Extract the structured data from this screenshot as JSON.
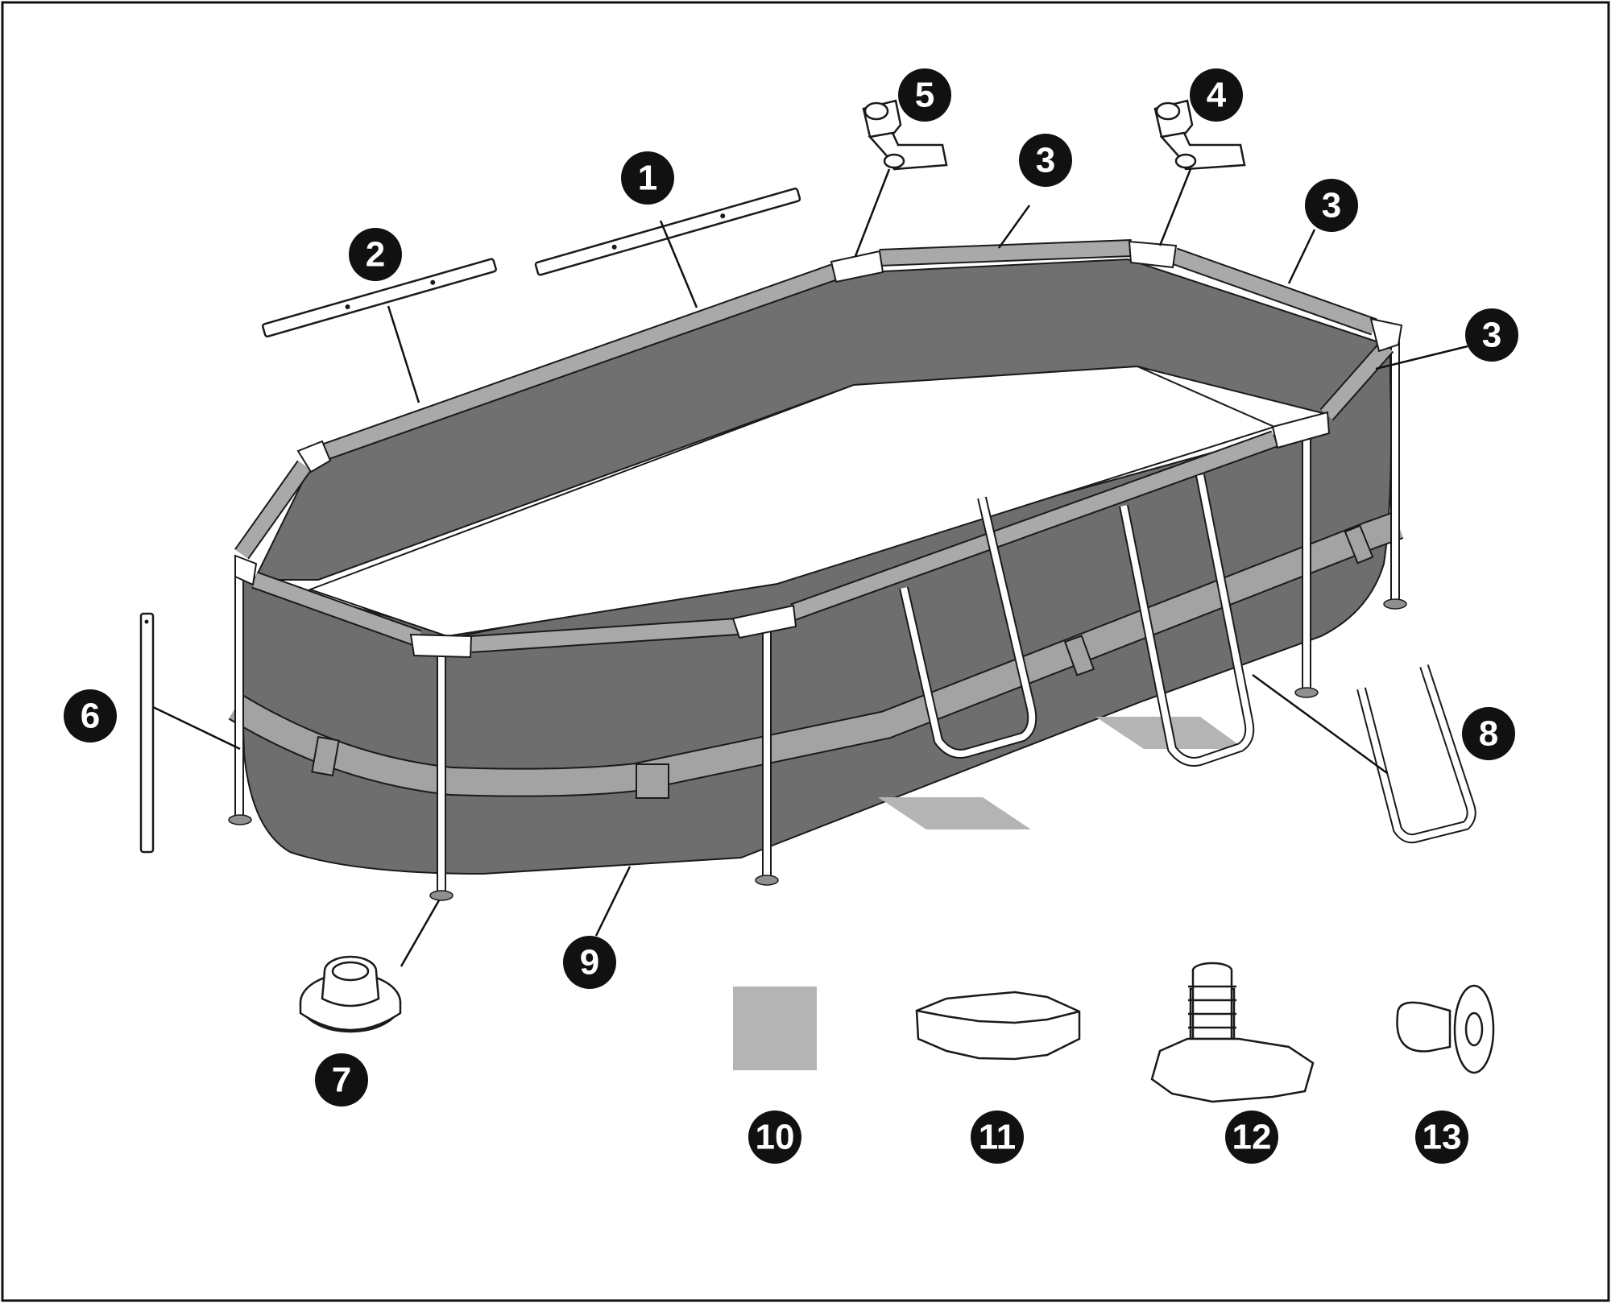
{
  "diagram": {
    "callouts": [
      {
        "id": "c1",
        "label": "1"
      },
      {
        "id": "c2",
        "label": "2"
      },
      {
        "id": "c3a",
        "label": "3"
      },
      {
        "id": "c3b",
        "label": "3"
      },
      {
        "id": "c3c",
        "label": "3"
      },
      {
        "id": "c4",
        "label": "4"
      },
      {
        "id": "c5",
        "label": "5"
      },
      {
        "id": "c6",
        "label": "6"
      },
      {
        "id": "c7",
        "label": "7"
      },
      {
        "id": "c8",
        "label": "8"
      },
      {
        "id": "c9",
        "label": "9"
      },
      {
        "id": "c10",
        "label": "10"
      },
      {
        "id": "c11",
        "label": "11"
      },
      {
        "id": "c12",
        "label": "12"
      },
      {
        "id": "c13",
        "label": "13"
      }
    ],
    "colors": {
      "wall": "#6e6e6e",
      "rail": "#a9a9a9",
      "strap": "#a3a3a3",
      "badge": "#111111"
    }
  }
}
